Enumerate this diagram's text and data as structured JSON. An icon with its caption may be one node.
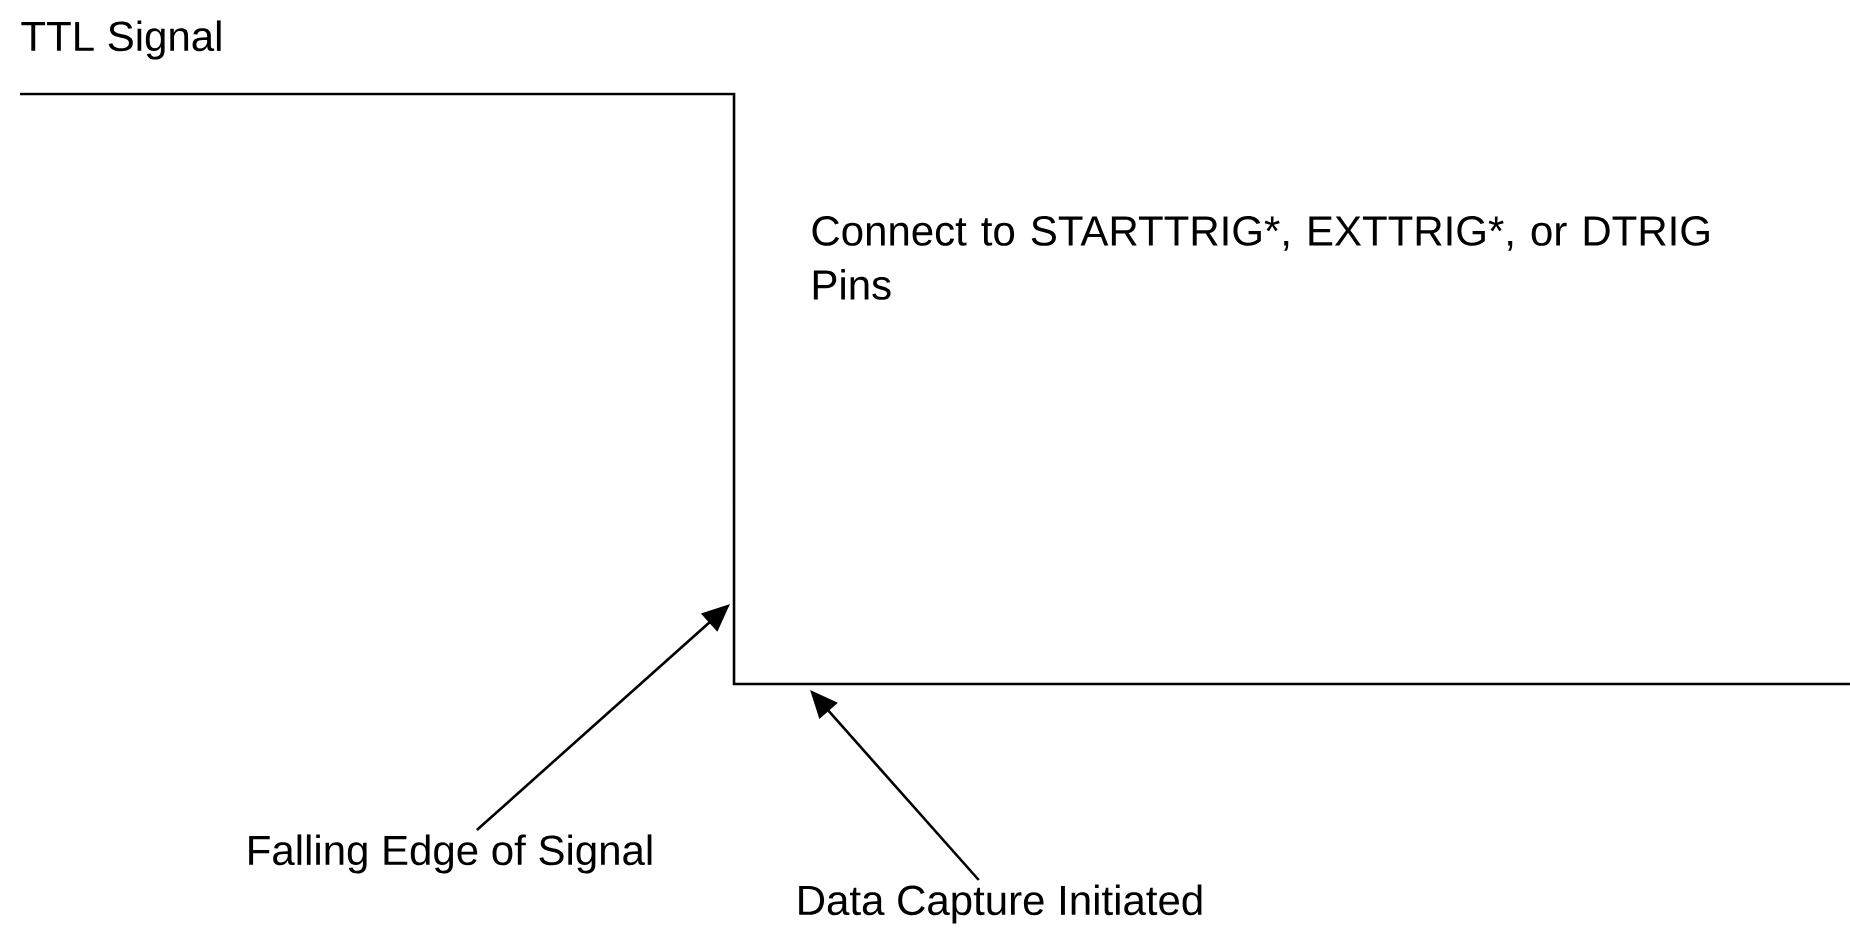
{
  "diagram": {
    "nodes": [
      {
        "text": [
          "Falling Edge of Signal"
        ]
      },
      {
        "text": [
          "Data Capture Initiated"
        ]
      }
    ],
    "edges": [
      {
        "from": 0,
        "to": null,
        "arrow": "to"
      },
      {
        "from": 1,
        "to": null,
        "arrow": "to"
      }
    ],
    "labels": [
      "TTL Signal",
      "Connect to STARTTRIG*, EXTTRIG*, or DTRIG Pins"
    ]
  }
}
